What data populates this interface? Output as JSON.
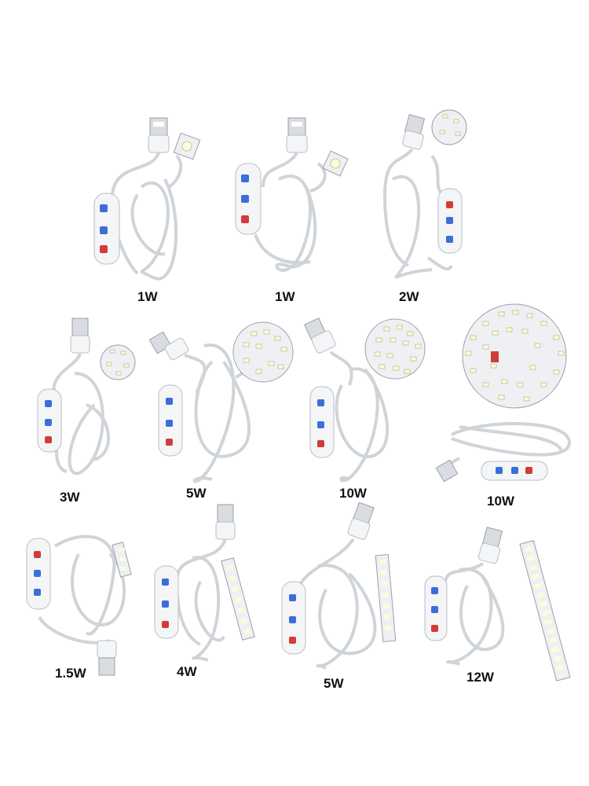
{
  "products": [
    {
      "id": "p1",
      "watt": "1W",
      "light": "chip"
    },
    {
      "id": "p2",
      "watt": "1W",
      "light": "chip"
    },
    {
      "id": "p3",
      "watt": "2W",
      "light": "small-disc"
    },
    {
      "id": "p4",
      "watt": "3W",
      "light": "small-disc"
    },
    {
      "id": "p5",
      "watt": "5W",
      "light": "disc"
    },
    {
      "id": "p6",
      "watt": "10W",
      "light": "disc"
    },
    {
      "id": "p7",
      "watt": "10W",
      "light": "large-disc"
    },
    {
      "id": "p8",
      "watt": "1.5W",
      "light": "strip"
    },
    {
      "id": "p9",
      "watt": "4W",
      "light": "strip"
    },
    {
      "id": "p10",
      "watt": "5W",
      "light": "strip"
    },
    {
      "id": "p11",
      "watt": "12W",
      "light": "long-strip"
    }
  ],
  "colors": {
    "cable": "#e9ecef",
    "cable_edge": "#b9bec4",
    "controller": "#f4f5f7",
    "button_blue": "#3a6fd8",
    "button_red": "#d23b3b",
    "led": "#fbfcdc",
    "pcb": "#eef0f3"
  }
}
